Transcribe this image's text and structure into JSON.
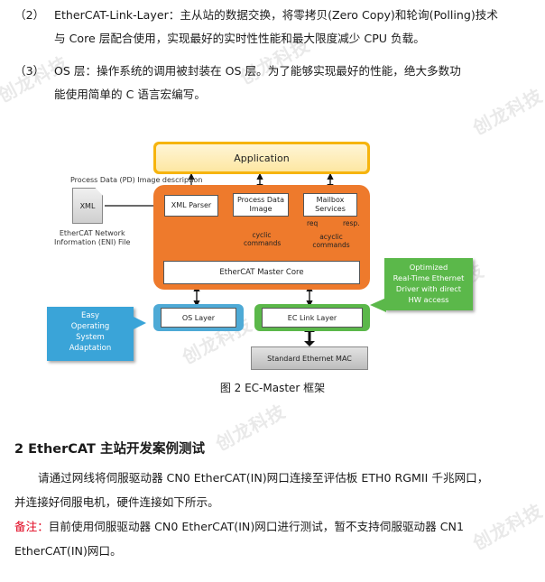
{
  "watermark": "创龙科技",
  "paragraphs": [
    {
      "num": "（2）",
      "line1": "EtherCAT-Link-Layer：主从站的数据交换，将零拷贝(Zero Copy)和轮询(Polling)技术",
      "line2": "与 Core 层配合使用，实现最好的实时性性能和最大限度减少 CPU 负载。"
    },
    {
      "num": "（3）",
      "line1": "OS 层：操作系统的调用被封装在 OS 层。为了能够实现最好的性能，绝大多数功",
      "line2": "能使用简单的 C 语言宏编写。"
    }
  ],
  "diagram": {
    "application": "Application",
    "process_data_desc": "Process Data (PD) Image description",
    "xml_icon": "XML",
    "eni_file": "EtherCAT Network\nInformation (ENI) File",
    "xml_parser": "XML Parser",
    "process_data_image": "Process Data\nImage",
    "mailbox_services": "Mailbox\nServices",
    "cyclic_commands": "cyclic\ncommands",
    "req": "req",
    "resp": "resp.",
    "acyclic_commands": "acyclic\ncommands",
    "master_core": "EtherCAT Master Core",
    "os_layer": "OS Layer",
    "ec_link_layer": "EC Link Layer",
    "ethernet_mac": "Standard Ethernet MAC",
    "callout_blue": "Easy\nOperating\nSystem\nAdaptation",
    "callout_green": "Optimized\nReal-Time Ethernet\nDriver with direct\nHW access",
    "colors": {
      "application": "#fdd97a",
      "core": "#ee7a2c",
      "os": "#4eaad6",
      "link": "#5bb84a",
      "mac": "#c8c8c8"
    }
  },
  "caption": "图 2 EC-Master 框架",
  "section_title": "2 EtherCAT 主站开发案例测试",
  "body_line1": "请通过网线将伺服驱动器 CN0 EtherCAT(IN)网口连接至评估板 ETH0 RGMII 千兆网口，",
  "body_line2": "并连接好伺服电机，硬件连接如下所示。",
  "note_label": "备注：",
  "note_line1": "目前使用伺服驱动器 CN0 EtherCAT(IN)网口进行测试，暂不支持伺服驱动器 CN1",
  "note_line2": "EtherCAT(IN)网口。"
}
